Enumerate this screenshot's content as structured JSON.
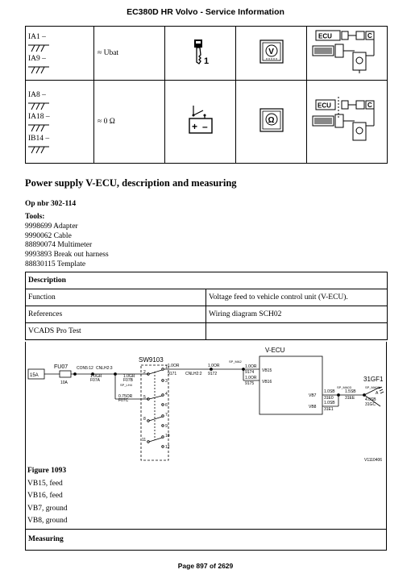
{
  "header": {
    "title": "EC380D HR Volvo - Service Information"
  },
  "measure_table": {
    "rows": [
      {
        "pins": [
          "IA1 –",
          "IA9 –"
        ],
        "value": "≈ Ubat",
        "icons": [
          "key-icon",
          "voltmeter-icon",
          "ecu-voltage-connection-icon"
        ]
      },
      {
        "pins": [
          "IA8 –",
          "IA18 –",
          "IB14 –"
        ],
        "value": "≈ 0 Ω",
        "icons": [
          "battery-disconnect-icon",
          "ohmmeter-icon",
          "ecu-resistance-connection-icon"
        ]
      }
    ]
  },
  "section": {
    "title": "Power supply V-ECU, description and measuring",
    "op_nbr": "Op nbr 302-114",
    "tools_title": "Tools:",
    "tools": [
      "9998699 Adapter",
      "9990062 Cable",
      "88890074 Multimeter",
      "9993893 Break out harness",
      "88830115 Template"
    ]
  },
  "description_table": {
    "header": "Description",
    "rows": [
      {
        "label": "Function",
        "value": "Voltage feed to vehicle control unit (V-ECU)."
      },
      {
        "label": "References",
        "value": "Wiring diagram SCH02"
      },
      {
        "label": "VCADS Pro Test",
        "value": ""
      }
    ]
  },
  "wiring": {
    "fuse_rating": "15A",
    "fuse": "FU07",
    "fuse_amp": "10A",
    "conn1": "CON5:12",
    "conn2": "CNLH2:3",
    "wire_f07a_c": "1.0GR",
    "wire_f07a": "F07A",
    "switch": "SW9103",
    "wire_f07b_c": "1.0GR",
    "wire_f07b": "F07B",
    "splice_lh": "SP_LH4",
    "wire_f07c_c": "0.75OR",
    "wire_f07c": "F07C",
    "wire_9171_c": "1.0OR",
    "wire_9171": "9171",
    "conn3": "CNLH2:2",
    "wire_9172_c": "1.0OR",
    "wire_9172": "9172",
    "splice_ma2": "SP_MA2",
    "wire_9174_c": "1.0OR",
    "wire_9174": "9174",
    "wire_9175_c": "1.0OR",
    "wire_9175": "9175",
    "ecu": "V-ECU",
    "pin_vb15": "VB15",
    "pin_vb16": "VB16",
    "pin_vb7": "VB7",
    "pin_vb8": "VB8",
    "wire_31e0_c": "1.0SB",
    "wire_31e0": "31E0",
    "wire_31e1_c": "1.0SB",
    "wire_31e1": "31E1",
    "splice_ma3": "SP_MA03",
    "wire_31ee_c": "1.5SB",
    "wire_31ee": "31EE",
    "splice_ma01": "SP_MA01",
    "ground": "31GF1",
    "ground_pin": "A",
    "wire_31gc_c": "4.0SB",
    "wire_31gc": "31GC",
    "switch_terms": [
      "1",
      "2",
      "3",
      "4",
      "5",
      "6",
      "7",
      "8",
      "9",
      "10",
      "11",
      "12"
    ],
    "ref": "V1110406"
  },
  "figure": {
    "title": "Figure 1093",
    "items": [
      "VB15, feed",
      "VB16, feed",
      "VB7, ground",
      "VB8, ground"
    ]
  },
  "measuring": {
    "header": "Measuring"
  },
  "footer": {
    "page": "Page 897 of 2629"
  }
}
